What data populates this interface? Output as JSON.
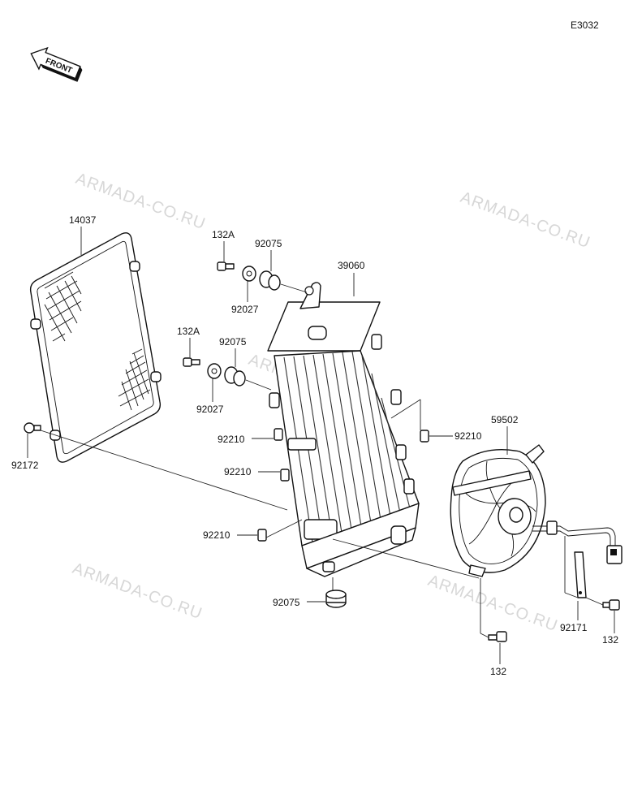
{
  "diagram_code": "E3032",
  "front_label": "FRONT",
  "watermark_text": "ARMADA-CO.RU",
  "parts": {
    "p14037": "14037",
    "p132a_top": "132A",
    "p92075_top": "92075",
    "p39060": "39060",
    "p92027_top": "92027",
    "p132a_mid": "132A",
    "p92075_mid": "92075",
    "p92027_mid": "92027",
    "p92172": "92172",
    "p92210_a": "92210",
    "p92210_b": "92210",
    "p92210_c": "92210",
    "p92210_d": "92210",
    "p59502": "59502",
    "p92075_bot": "92075",
    "p92171": "92171",
    "p132_a": "132",
    "p132_b": "132"
  }
}
